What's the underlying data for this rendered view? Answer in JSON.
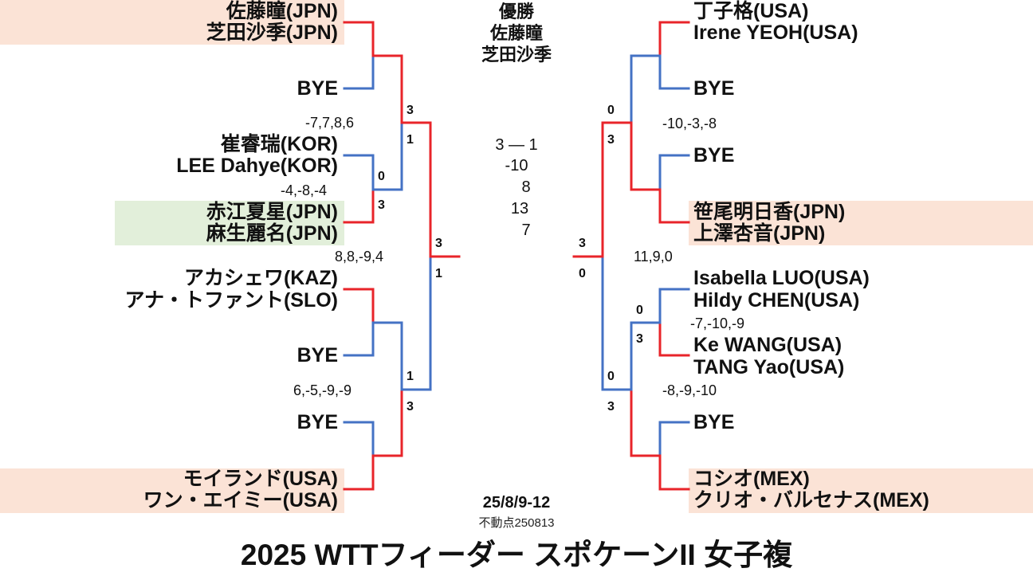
{
  "title": "2025 WTTフィーダー スポケーンII 女子複",
  "date": "25/8/9-12",
  "fixed_point": "不動点250813",
  "winner": {
    "label": "優勝",
    "name1": "佐藤瞳",
    "name2": "芝田沙季"
  },
  "final": {
    "sets": "3 ― 1",
    "g1": "-10",
    "g2": "8",
    "g3": "13",
    "g4": "7"
  },
  "colors": {
    "win": "#e8242a",
    "loss": "#4472c4",
    "seed_bg": "#fbe3d6",
    "winner_bg": "#e2efda"
  },
  "left": {
    "names": [
      "佐藤瞳(JPN)",
      "芝田沙季(JPN)",
      "BYE",
      "崔睿瑞(KOR)",
      "LEE Dahye(KOR)",
      "赤江夏星(JPN)",
      "麻生麗名(JPN)",
      "アカシェワ(KAZ)",
      "アナ・トファント(SLO)",
      "BYE",
      "BYE",
      "モイランド(USA)",
      "ワン・エイミー(USA)"
    ],
    "games": [
      "-7,7,8,6",
      "-4,-8,-4",
      "8,8,-9,4",
      "6,-5,-9,-9"
    ],
    "scores": [
      "3",
      "1",
      "0",
      "3",
      "3",
      "1",
      "1",
      "3"
    ]
  },
  "right": {
    "names": [
      "丁子格(USA)",
      "Irene YEOH(USA)",
      "BYE",
      "BYE",
      "笹尾明日香(JPN)",
      "上澤杏音(JPN)",
      "Isabella LUO(USA)",
      "Hildy CHEN(USA)",
      "Ke WANG(USA)",
      "TANG Yao(USA)",
      "BYE",
      "コシオ(MEX)",
      "クリオ・バルセナス(MEX)"
    ],
    "games": [
      "-10,-3,-8",
      "11,9,0",
      "-7,-10,-9",
      "-8,-9,-10"
    ],
    "scores": [
      "0",
      "3",
      "3",
      "0",
      "0",
      "3",
      "0",
      "3"
    ]
  }
}
